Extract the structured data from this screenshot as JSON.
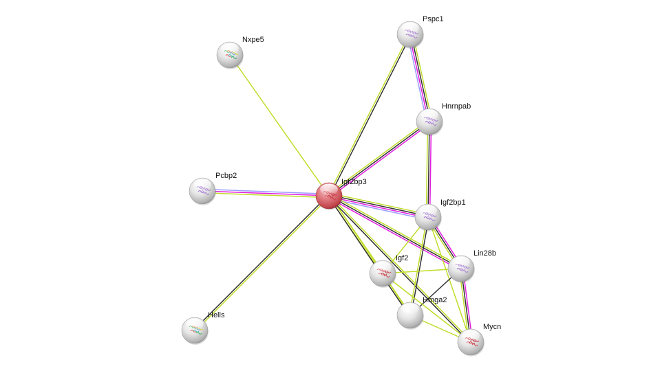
{
  "network": {
    "colors": {
      "textmining": "#c0dd2b",
      "coexpression": "#333333",
      "experiments": "#e21de0",
      "databases": "#9c9cff",
      "query_node": "#d24b52",
      "neighbor_node": "#d0d0d0"
    },
    "nodes": [
      {
        "id": "Igf2bp3",
        "label": "Igf2bp3",
        "query": true,
        "structure": "protein-structure-red"
      },
      {
        "id": "Pspc1",
        "label": "Pspc1",
        "query": false,
        "structure": "protein-structure-purple"
      },
      {
        "id": "Hnrnpab",
        "label": "Hnrnpab",
        "query": false,
        "structure": "protein-structure-purple"
      },
      {
        "id": "Igf2bp1",
        "label": "Igf2bp1",
        "query": false,
        "structure": "protein-structure-purple"
      },
      {
        "id": "Lin28b",
        "label": "Lin28b",
        "query": false,
        "structure": "protein-structure-purple"
      },
      {
        "id": "Igf2",
        "label": "Igf2",
        "query": false,
        "structure": "protein-structure-red"
      },
      {
        "id": "Hmga2",
        "label": "Hmga2",
        "query": false,
        "structure": "none"
      },
      {
        "id": "Mycn",
        "label": "Mycn",
        "query": false,
        "structure": "protein-structure-red"
      },
      {
        "id": "Nxpe5",
        "label": "Nxpe5",
        "query": false,
        "structure": "protein-structure-multicolor"
      },
      {
        "id": "Pcbp2",
        "label": "Pcbp2",
        "query": false,
        "structure": "protein-structure-purple"
      },
      {
        "id": "Hells",
        "label": "Hells",
        "query": false,
        "structure": "protein-structure-multicolor"
      }
    ],
    "edges": [
      {
        "source": "Igf2bp3",
        "target": "Nxpe5",
        "evidence": [
          "textmining"
        ]
      },
      {
        "source": "Igf2bp3",
        "target": "Pcbp2",
        "evidence": [
          "textmining",
          "experiments",
          "databases"
        ]
      },
      {
        "source": "Igf2bp3",
        "target": "Hells",
        "evidence": [
          "textmining",
          "coexpression"
        ]
      },
      {
        "source": "Igf2bp3",
        "target": "Pspc1",
        "evidence": [
          "textmining",
          "coexpression"
        ]
      },
      {
        "source": "Igf2bp3",
        "target": "Hnrnpab",
        "evidence": [
          "textmining",
          "coexpression",
          "experiments"
        ]
      },
      {
        "source": "Igf2bp3",
        "target": "Igf2bp1",
        "evidence": [
          "textmining",
          "coexpression",
          "experiments",
          "databases"
        ]
      },
      {
        "source": "Igf2bp3",
        "target": "Lin28b",
        "evidence": [
          "textmining",
          "coexpression",
          "experiments"
        ]
      },
      {
        "source": "Igf2bp3",
        "target": "Igf2",
        "evidence": [
          "textmining",
          "textmining"
        ]
      },
      {
        "source": "Igf2bp3",
        "target": "Hmga2",
        "evidence": [
          "textmining",
          "coexpression"
        ]
      },
      {
        "source": "Igf2bp3",
        "target": "Mycn",
        "evidence": [
          "textmining",
          "coexpression"
        ]
      },
      {
        "source": "Pspc1",
        "target": "Hnrnpab",
        "evidence": [
          "textmining",
          "coexpression",
          "experiments",
          "databases"
        ]
      },
      {
        "source": "Hnrnpab",
        "target": "Igf2bp1",
        "evidence": [
          "experiments",
          "coexpression",
          "textmining"
        ]
      },
      {
        "source": "Igf2bp1",
        "target": "Lin28b",
        "evidence": [
          "experiments",
          "coexpression",
          "textmining"
        ]
      },
      {
        "source": "Igf2bp1",
        "target": "Igf2",
        "evidence": [
          "textmining"
        ]
      },
      {
        "source": "Igf2bp1",
        "target": "Hmga2",
        "evidence": [
          "coexpression",
          "textmining"
        ]
      },
      {
        "source": "Igf2bp1",
        "target": "Mycn",
        "evidence": [
          "textmining"
        ]
      },
      {
        "source": "Lin28b",
        "target": "Mycn",
        "evidence": [
          "experiments",
          "coexpression",
          "textmining"
        ]
      },
      {
        "source": "Lin28b",
        "target": "Igf2",
        "evidence": [
          "textmining"
        ]
      },
      {
        "source": "Lin28b",
        "target": "Hmga2",
        "evidence": [
          "coexpression"
        ]
      },
      {
        "source": "Igf2",
        "target": "Hmga2",
        "evidence": [
          "textmining"
        ]
      },
      {
        "source": "Igf2",
        "target": "Mycn",
        "evidence": [
          "textmining"
        ]
      },
      {
        "source": "Hmga2",
        "target": "Mycn",
        "evidence": [
          "textmining"
        ]
      }
    ]
  }
}
